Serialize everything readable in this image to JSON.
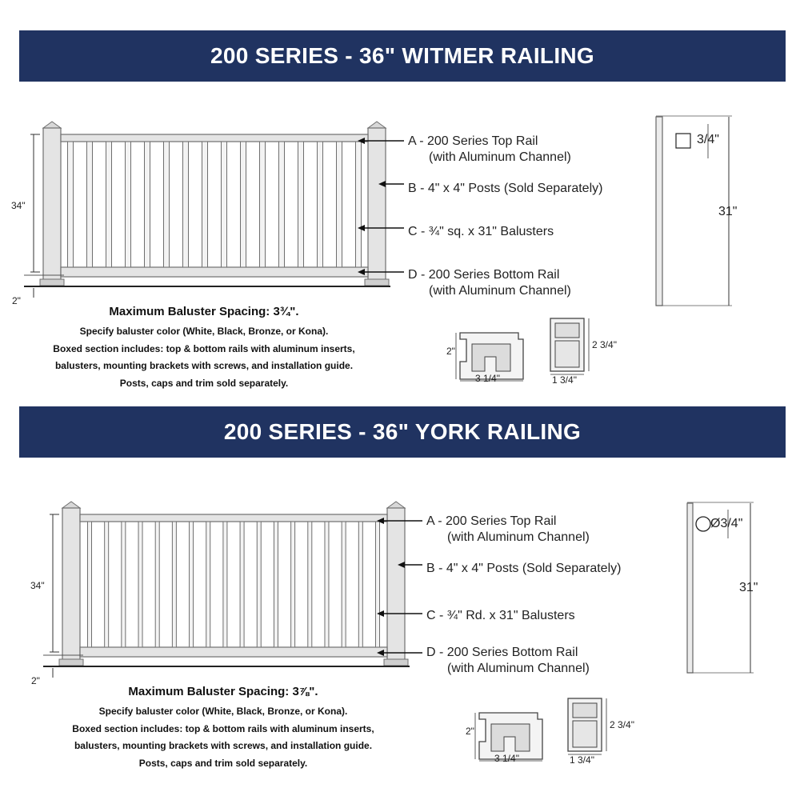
{
  "sections": [
    {
      "title": "200 SERIES - 36\" WITMER RAILING",
      "callouts": [
        {
          "main": "A - 200 Series Top Rail",
          "sub": "(with Aluminum Channel)"
        },
        {
          "main": "B - 4\" x 4\" Posts (Sold Separately)",
          "sub": ""
        },
        {
          "main": "C - ¾\" sq. x 31\" Balusters",
          "sub": ""
        },
        {
          "main": "D - 200 Series Bottom Rail",
          "sub": "(with Aluminum Channel)"
        }
      ],
      "dims": {
        "height": "34\"",
        "gap": "2\"",
        "baluster_size": "3/4\"",
        "baluster_length": "31\"",
        "rail_h": "2\"",
        "rail_w": "3 1/4\"",
        "insert_h": "2 3/4\"",
        "insert_w": "1 3/4\""
      },
      "baluster_shape": "square",
      "notes": {
        "heading": "Maximum Baluster Spacing: 3¾\".",
        "lines": [
          "Specify baluster color (White, Black, Bronze, or Kona).",
          "Boxed section includes: top & bottom rails with aluminum inserts,",
          "balusters, mounting brackets with screws, and installation guide.",
          "Posts, caps and trim sold separately."
        ]
      }
    },
    {
      "title": "200 SERIES - 36\" YORK RAILING",
      "callouts": [
        {
          "main": "A - 200 Series Top Rail",
          "sub": "(with Aluminum Channel)"
        },
        {
          "main": "B - 4\" x 4\" Posts (Sold Separately)",
          "sub": ""
        },
        {
          "main": "C - ¾\" Rd. x 31\" Balusters",
          "sub": ""
        },
        {
          "main": "D - 200 Series Bottom Rail",
          "sub": "(with Aluminum Channel)"
        }
      ],
      "dims": {
        "height": "34\"",
        "gap": "2\"",
        "baluster_size": "Ø3/4\"",
        "baluster_length": "31\"",
        "rail_h": "2\"",
        "rail_w": "3 1/4\"",
        "insert_h": "2 3/4\"",
        "insert_w": "1 3/4\""
      },
      "baluster_shape": "round",
      "notes": {
        "heading": "Maximum Baluster Spacing: 3⅞\".",
        "lines": [
          "Specify baluster color (White, Black, Bronze, or Kona).",
          "Boxed section includes: top & bottom rails with aluminum inserts,",
          "balusters, mounting brackets with screws, and installation guide.",
          "Posts, caps and trim sold separately."
        ]
      }
    }
  ],
  "colors": {
    "banner": "#203361",
    "banner_text": "#ffffff",
    "railing_fill": "#e4e4e4",
    "railing_stroke": "#6f6f6f"
  }
}
